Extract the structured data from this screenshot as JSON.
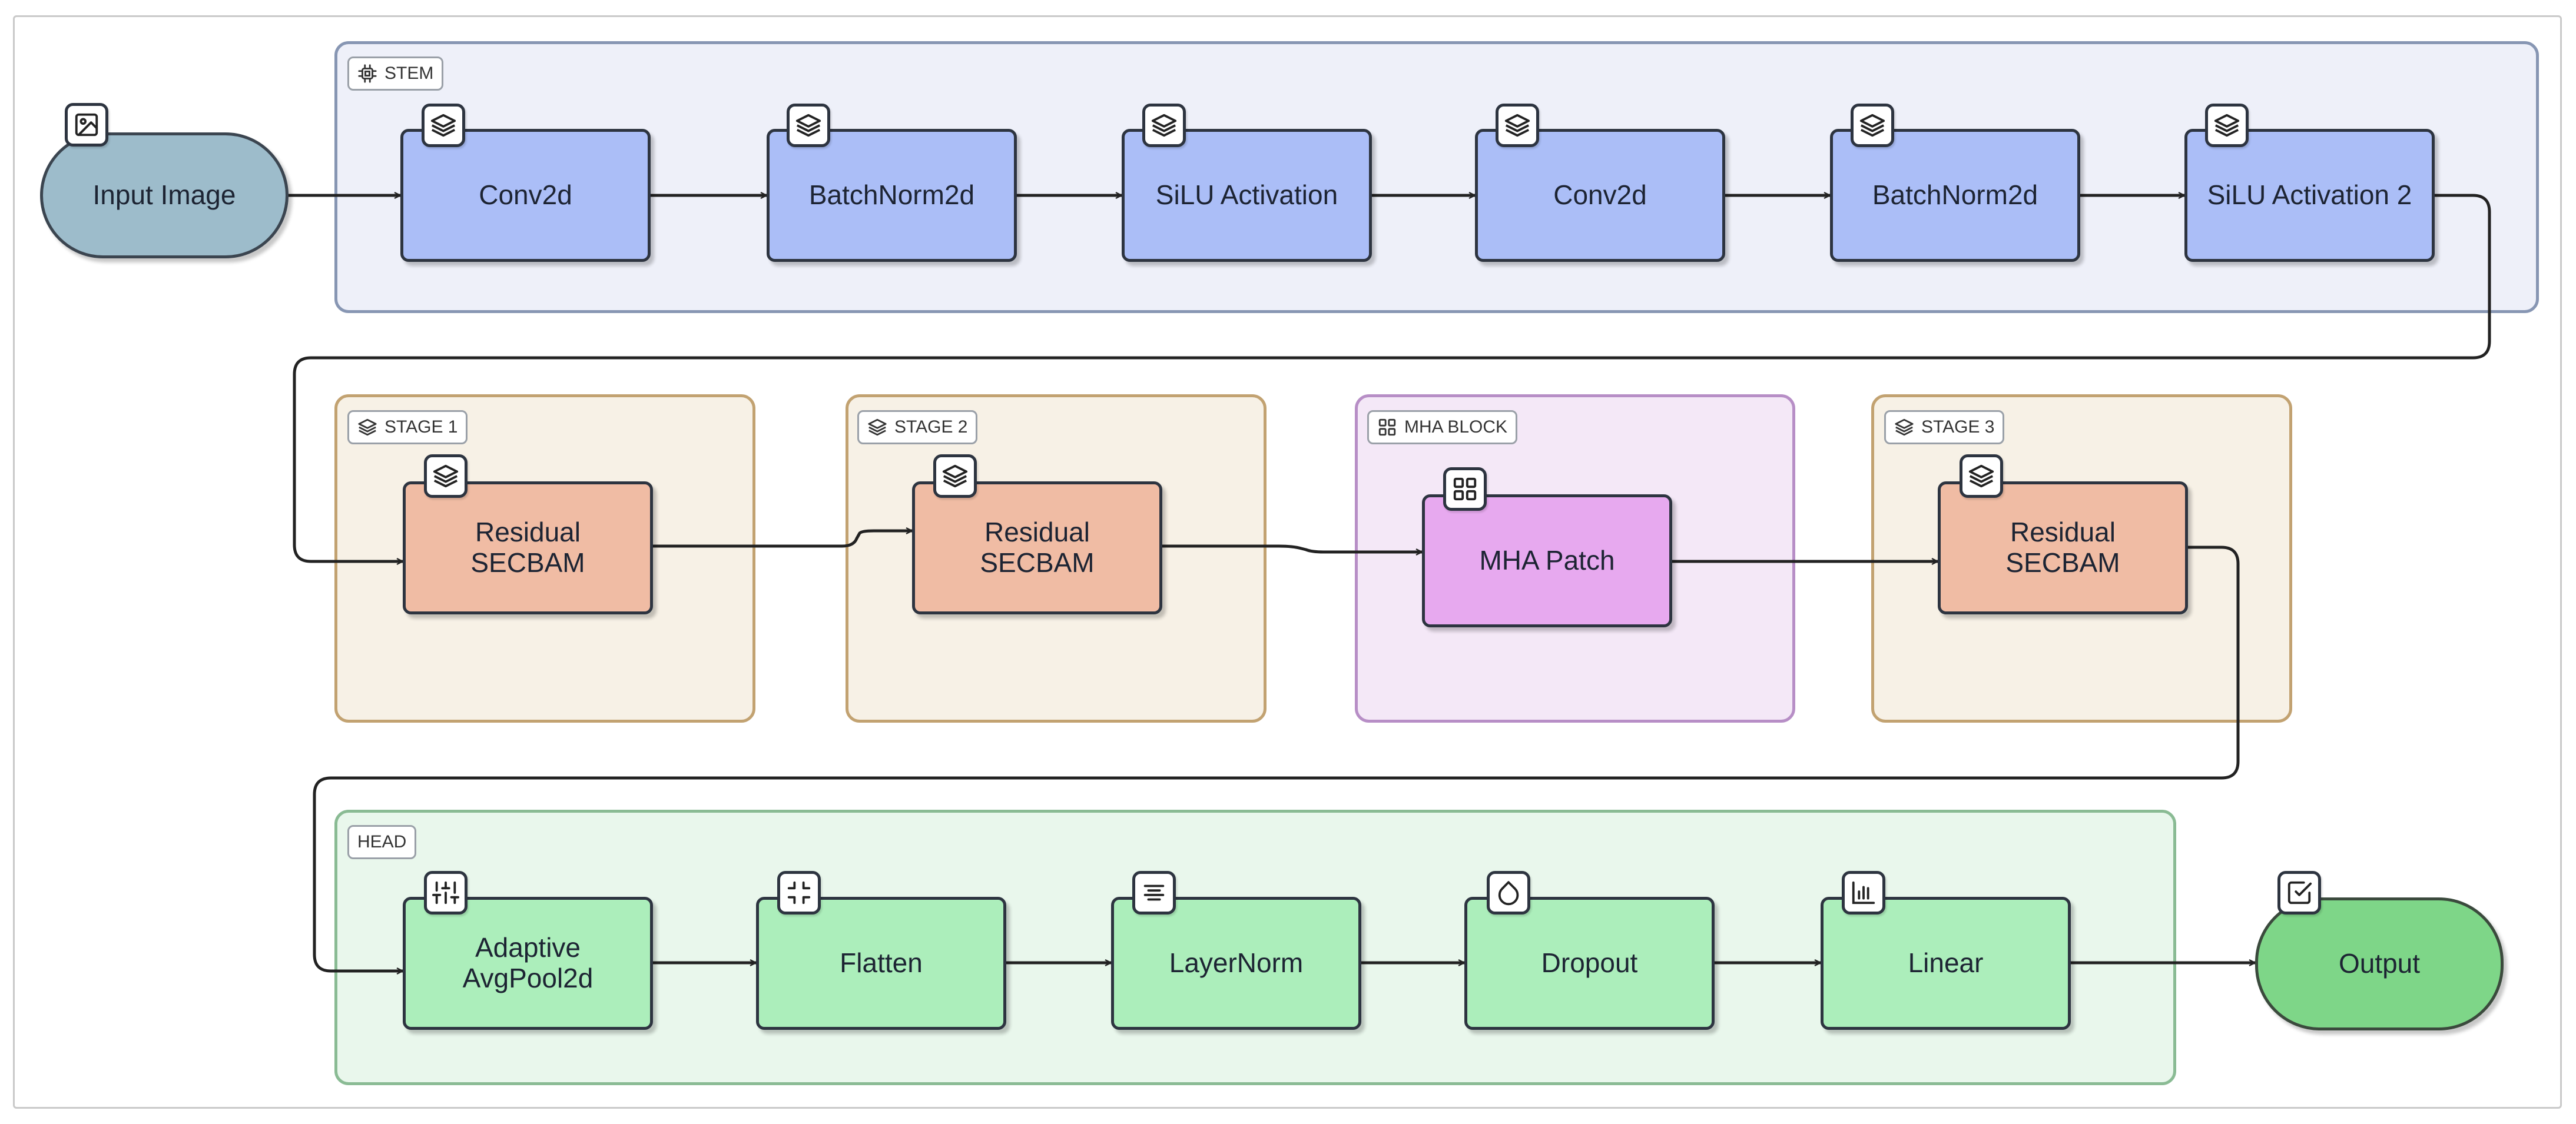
{
  "groups": {
    "stem": "STEM",
    "stage1": "STAGE 1",
    "stage2": "STAGE 2",
    "mha": "MHA BLOCK",
    "stage3": "STAGE 3",
    "head": "HEAD"
  },
  "nodes": {
    "input": "Input Image",
    "stem_conv1": "Conv2d",
    "stem_bn1": "BatchNorm2d",
    "stem_silu1": "SiLU Activation",
    "stem_conv2": "Conv2d",
    "stem_bn2": "BatchNorm2d",
    "stem_silu2": "SiLU Activation 2",
    "stage1_block": [
      "Residual",
      "SECBAM"
    ],
    "stage2_block": [
      "Residual",
      "SECBAM"
    ],
    "mha_patch": "MHA Patch",
    "stage3_block": [
      "Residual",
      "SECBAM"
    ],
    "head_pool": [
      "Adaptive",
      "AvgPool2d"
    ],
    "head_flatten": "Flatten",
    "head_layernorm": "LayerNorm",
    "head_dropout": "Dropout",
    "head_linear": "Linear",
    "output": "Output"
  },
  "icons": {
    "input": "image-icon",
    "stem": "chip-icon",
    "layers": "layers-icon",
    "mha": "grid-icon",
    "pool": "sliders-icon",
    "flatten": "shrink-icon",
    "layernorm": "align-center-icon",
    "dropout": "droplet-icon",
    "linear": "bar-chart-icon",
    "output": "checkbox-icon"
  },
  "colors": {
    "stem_node": "#abbef7",
    "stage_node": "#f0bca4",
    "mha_node": "#e7a9ef",
    "head_node": "#aceebb",
    "input_node": "#9dbccb",
    "output_node": "#7ed688"
  }
}
